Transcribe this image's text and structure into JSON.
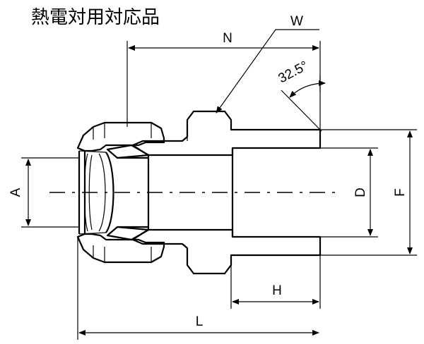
{
  "title": "熱電対用対応品",
  "labels": {
    "N": "N",
    "W": "W",
    "angle": "32.5°",
    "A": "A",
    "D": "D",
    "F": "F",
    "H": "H",
    "L": "L"
  }
}
